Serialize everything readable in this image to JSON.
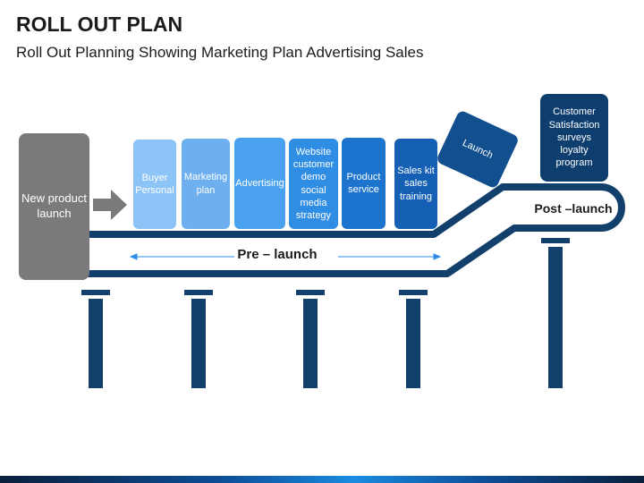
{
  "title": "ROLL OUT PLAN",
  "subtitle": "Roll Out Planning Showing Marketing Plan Advertising Sales",
  "start_block": "New product launch",
  "steps": [
    {
      "label": "Buyer Personal",
      "color": "#8cc4f7"
    },
    {
      "label": "Marketing plan",
      "color": "#6eb0ef"
    },
    {
      "label": "Advertising",
      "color": "#4aa2ee"
    },
    {
      "label": "Website customer demo social media strategy",
      "color": "#2f8de4"
    },
    {
      "label": "Product service",
      "color": "#1c74cf"
    },
    {
      "label": "Sales kit sales training",
      "color": "#1560b4"
    }
  ],
  "launch_block": "Launch",
  "post_block": "Customer Satisfaction surveys loyalty program",
  "phases": {
    "pre": "Pre – launch",
    "post": "Post –launch"
  },
  "colors": {
    "belt": "#123f6b",
    "arrow": "#7a7a7a",
    "phase_arrow": "#2f8de4"
  }
}
